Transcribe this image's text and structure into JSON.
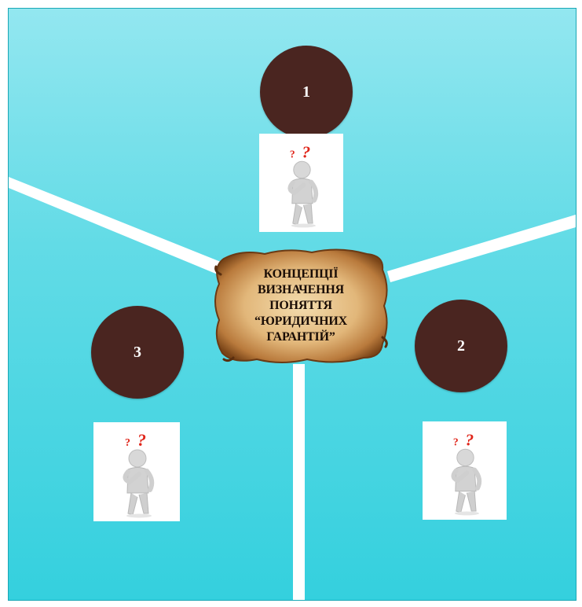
{
  "center": {
    "lines": [
      "КОНЦЕПЦІЇ",
      "ВИЗНАЧЕННЯ",
      "ПОНЯТТЯ",
      "“ЮРИДИЧНИХ",
      "ГАРАНТІЙ”"
    ]
  },
  "nodes": [
    {
      "number": "1"
    },
    {
      "number": "2"
    },
    {
      "number": "3"
    }
  ],
  "colors": {
    "background_top": "#93e7f0",
    "background_bottom": "#34d0de",
    "circle": "#4a2520",
    "question_mark": "#e0261b",
    "connector": "#ffffff"
  },
  "icons": {
    "thinking_person": "thinking-person-with-question-marks-icon"
  }
}
